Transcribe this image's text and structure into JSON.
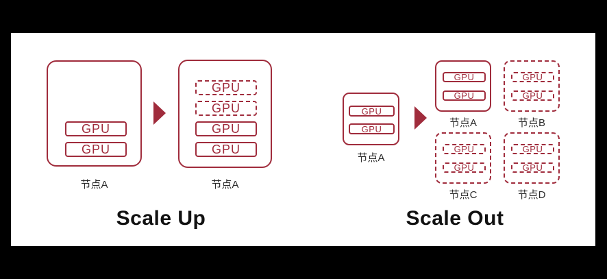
{
  "colors": {
    "accent": "#A02C3C",
    "canvas_background": "#FFFFFF",
    "frame_background": "#000000",
    "title_text": "#111111",
    "label_text": "#2B2B2B"
  },
  "scale_up": {
    "title": "Scale Up",
    "node_before": {
      "label": "节点A",
      "gpus": [
        "GPU",
        "GPU"
      ]
    },
    "node_after": {
      "label": "节点A",
      "gpus_added": [
        "GPU",
        "GPU"
      ],
      "gpus_existing": [
        "GPU",
        "GPU"
      ]
    }
  },
  "scale_out": {
    "title": "Scale Out",
    "node_before": {
      "label": "节点A",
      "gpus": [
        "GPU",
        "GPU"
      ]
    },
    "nodes_after": [
      {
        "label": "节点A",
        "added": false,
        "gpus": [
          "GPU",
          "GPU"
        ]
      },
      {
        "label": "节点B",
        "added": true,
        "gpus": [
          "GPU",
          "GPU"
        ]
      },
      {
        "label": "节点C",
        "added": true,
        "gpus": [
          "GPU",
          "GPU"
        ]
      },
      {
        "label": "节点D",
        "added": true,
        "gpus": [
          "GPU",
          "GPU"
        ]
      }
    ]
  }
}
